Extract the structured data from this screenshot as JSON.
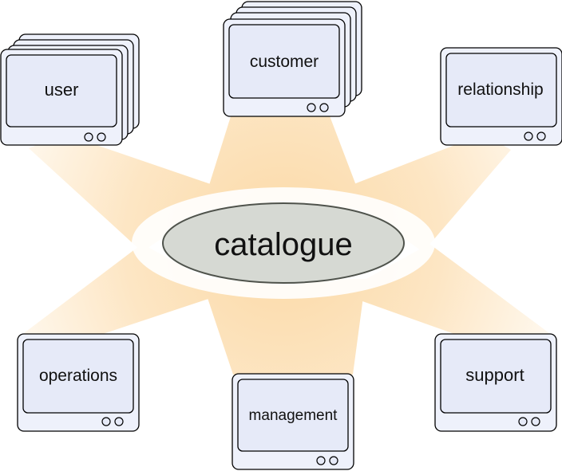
{
  "center": {
    "label": "catalogue"
  },
  "nodes": [
    {
      "id": "user",
      "label": "user",
      "stacked": true
    },
    {
      "id": "customer",
      "label": "customer",
      "stacked": true
    },
    {
      "id": "relationship",
      "label": "relationship",
      "stacked": false
    },
    {
      "id": "operations",
      "label": "operations",
      "stacked": false
    },
    {
      "id": "management",
      "label": "management",
      "stacked": false
    },
    {
      "id": "support",
      "label": "support",
      "stacked": false
    }
  ],
  "colors": {
    "beam_center": "#fbd9a6",
    "beam_edge": "#fff7ec",
    "ellipse_fill": "#d6d9d3",
    "ellipse_stroke": "#4f534c",
    "monitor_fill": "#eef1fb",
    "monitor_stroke": "#000000",
    "screen_fill": "#e6eaf8"
  }
}
